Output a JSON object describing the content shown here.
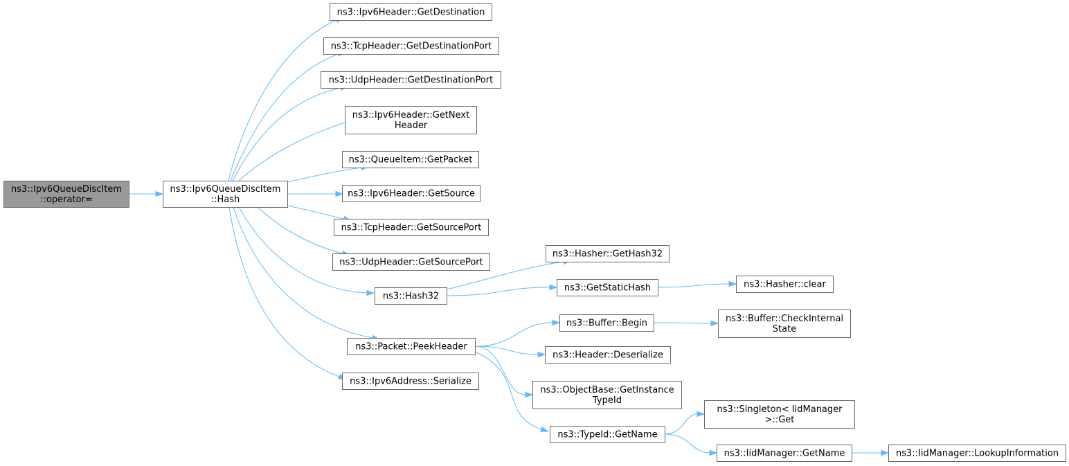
{
  "diagram": {
    "title": "",
    "nodes": [
      {
        "id": "root",
        "lines": [
          "ns3::Ipv6QueueDiscItem",
          "::operator="
        ],
        "highlighted": true
      },
      {
        "id": "hash",
        "lines": [
          "ns3::Ipv6QueueDiscItem",
          "::Hash"
        ]
      },
      {
        "id": "getdest",
        "lines": [
          "ns3::Ipv6Header::GetDestination"
        ]
      },
      {
        "id": "tcpdestport",
        "lines": [
          "ns3::TcpHeader::GetDestinationPort"
        ]
      },
      {
        "id": "udpdestport",
        "lines": [
          "ns3::UdpHeader::GetDestinationPort"
        ]
      },
      {
        "id": "getnext",
        "lines": [
          "ns3::Ipv6Header::GetNext",
          "Header"
        ]
      },
      {
        "id": "getpacket",
        "lines": [
          "ns3::QueueItem::GetPacket"
        ]
      },
      {
        "id": "getsource",
        "lines": [
          "ns3::Ipv6Header::GetSource"
        ]
      },
      {
        "id": "tcpsrcport",
        "lines": [
          "ns3::TcpHeader::GetSourcePort"
        ]
      },
      {
        "id": "udpsrcport",
        "lines": [
          "ns3::UdpHeader::GetSourcePort"
        ]
      },
      {
        "id": "hash32",
        "lines": [
          "ns3::Hash32"
        ]
      },
      {
        "id": "peekheader",
        "lines": [
          "ns3::Packet::PeekHeader"
        ]
      },
      {
        "id": "serialize",
        "lines": [
          "ns3::Ipv6Address::Serialize"
        ]
      },
      {
        "id": "gethash32",
        "lines": [
          "ns3::Hasher::GetHash32"
        ]
      },
      {
        "id": "getstatichash",
        "lines": [
          "ns3::GetStaticHash"
        ]
      },
      {
        "id": "hasherclear",
        "lines": [
          "ns3::Hasher::clear"
        ]
      },
      {
        "id": "begin",
        "lines": [
          "ns3::Buffer::Begin"
        ]
      },
      {
        "id": "checkinternal",
        "lines": [
          "ns3::Buffer::CheckInternal",
          "State"
        ]
      },
      {
        "id": "deserialize",
        "lines": [
          "ns3::Header::Deserialize"
        ]
      },
      {
        "id": "getinstance",
        "lines": [
          "ns3::ObjectBase::GetInstance",
          "TypeId"
        ]
      },
      {
        "id": "typeidgetname",
        "lines": [
          "ns3::TypeId::GetName"
        ]
      },
      {
        "id": "singletonget",
        "lines": [
          "ns3::Singleton< IidManager",
          ">::Get"
        ]
      },
      {
        "id": "iidgetname",
        "lines": [
          "ns3::IidManager::GetName"
        ]
      },
      {
        "id": "lookup",
        "lines": [
          "ns3::IidManager::LookupInformation"
        ]
      }
    ],
    "edges": [
      {
        "from": "root",
        "to": "hash"
      },
      {
        "from": "hash",
        "to": "getdest"
      },
      {
        "from": "hash",
        "to": "tcpdestport"
      },
      {
        "from": "hash",
        "to": "udpdestport"
      },
      {
        "from": "hash",
        "to": "getnext"
      },
      {
        "from": "hash",
        "to": "getpacket"
      },
      {
        "from": "hash",
        "to": "getsource"
      },
      {
        "from": "hash",
        "to": "tcpsrcport"
      },
      {
        "from": "hash",
        "to": "udpsrcport"
      },
      {
        "from": "hash",
        "to": "hash32"
      },
      {
        "from": "hash",
        "to": "peekheader"
      },
      {
        "from": "hash",
        "to": "serialize"
      },
      {
        "from": "hash32",
        "to": "gethash32"
      },
      {
        "from": "hash32",
        "to": "getstatichash"
      },
      {
        "from": "getstatichash",
        "to": "hasherclear"
      },
      {
        "from": "peekheader",
        "to": "begin"
      },
      {
        "from": "peekheader",
        "to": "deserialize"
      },
      {
        "from": "peekheader",
        "to": "getinstance"
      },
      {
        "from": "peekheader",
        "to": "typeidgetname"
      },
      {
        "from": "begin",
        "to": "checkinternal"
      },
      {
        "from": "typeidgetname",
        "to": "singletonget"
      },
      {
        "from": "typeidgetname",
        "to": "iidgetname"
      },
      {
        "from": "iidgetname",
        "to": "lookup"
      }
    ]
  }
}
